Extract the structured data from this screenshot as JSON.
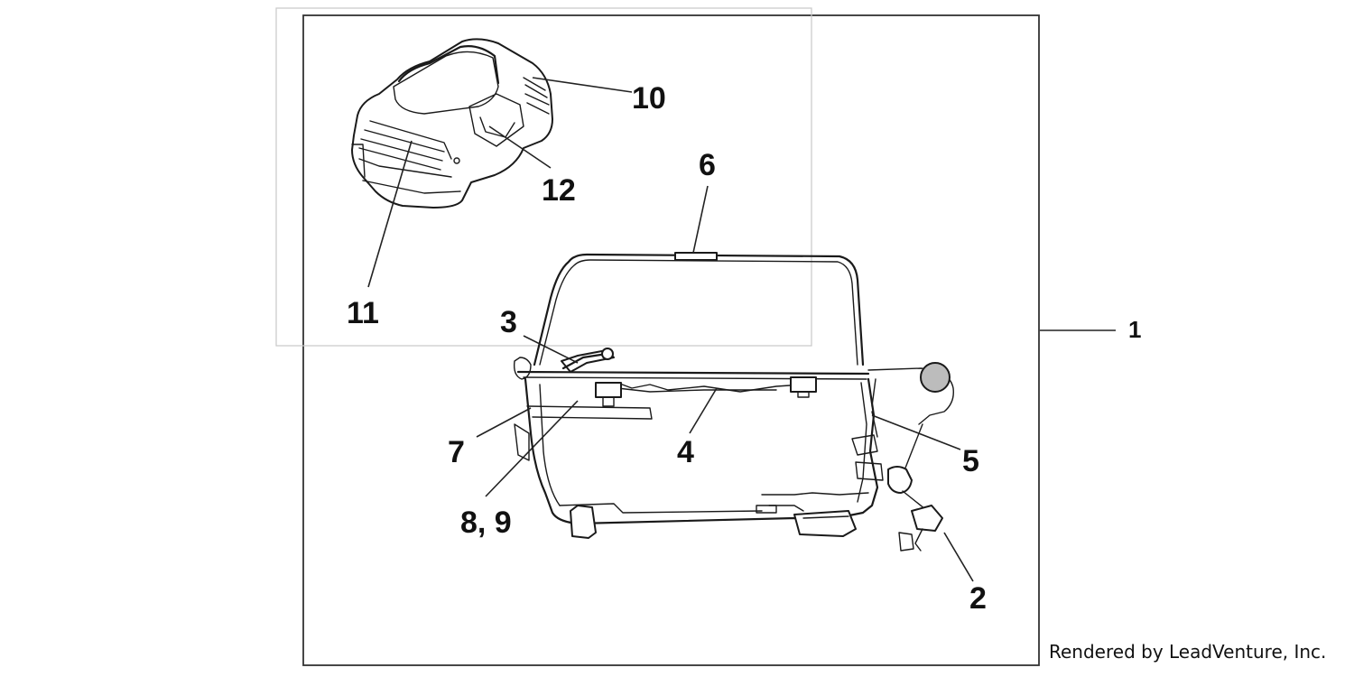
{
  "callouts": {
    "c1": "1",
    "c2": "2",
    "c3": "3",
    "c4": "4",
    "c5": "5",
    "c6": "6",
    "c7": "7",
    "c89": "8, 9",
    "c10": "10",
    "c11": "11",
    "c12": "12"
  },
  "credit": "Rendered by LeadVenture, Inc."
}
